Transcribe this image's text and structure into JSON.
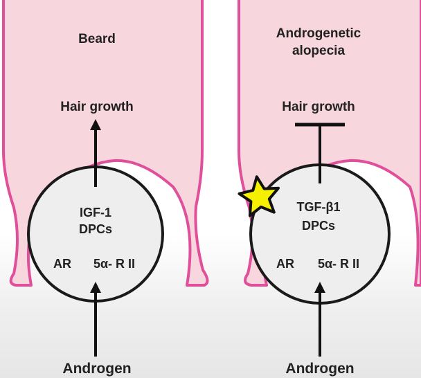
{
  "panels": [
    {
      "condition_label": "Beard",
      "effect_label": "Hair growth",
      "effect_type": "stimulates",
      "factor_label": "IGF-1",
      "cell_label": "DPCs",
      "receptor_label": "AR",
      "enzyme_label": "5α- R II",
      "input_label": "Androgen",
      "highlight_marker": false
    },
    {
      "condition_label_lines": [
        "Androgenetic",
        "alopecia"
      ],
      "effect_label": "Hair growth",
      "effect_type": "inhibits",
      "factor_label": "TGF-β1",
      "cell_label": "DPCs",
      "receptor_label": "AR",
      "enzyme_label": "5α- R II",
      "input_label": "Androgen",
      "highlight_marker": true
    }
  ],
  "colors": {
    "follicle_fill": "#f7d6de",
    "follicle_stroke": "#e0509a",
    "papilla_fill": "#eeeeee",
    "papilla_stroke": "#1a1a1a",
    "marker_fill": "#f5ef00",
    "arrow": "#111111"
  },
  "icons": {
    "highlight_marker": "star-icon"
  }
}
